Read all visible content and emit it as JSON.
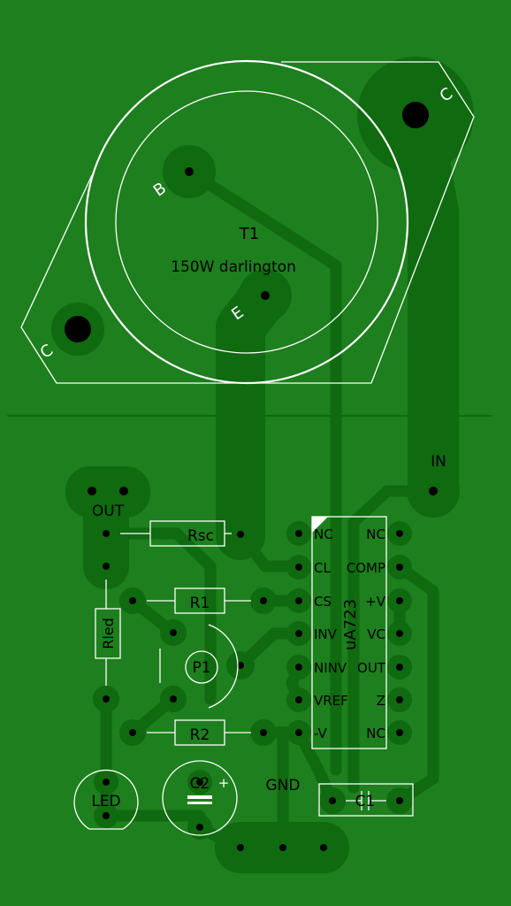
{
  "board": {
    "colors": {
      "board": "#1d7f1d",
      "copper": "#0f6a10",
      "silk": "#ffffff",
      "hole": "#000000",
      "text": "#000000"
    }
  },
  "transistor": {
    "name": "T1",
    "description": "150W darlington",
    "pin_b": "B",
    "pin_e": "E",
    "pin_c_top": "C",
    "pin_c_left": "C"
  },
  "ic": {
    "name": "uA723",
    "left_pins": [
      "NC",
      "CL",
      "CS",
      "INV",
      "NINV",
      "VREF",
      "-V"
    ],
    "right_pins": [
      "NC",
      "COMP",
      "+V",
      "VC",
      "OUT",
      "Z",
      "NC"
    ]
  },
  "labels": {
    "in": "IN",
    "out": "OUT",
    "gnd": "GND",
    "rsc": "Rsc",
    "r1": "R1",
    "r2": "R2",
    "rled": "Rled",
    "p1": "P1",
    "led": "LED",
    "c1": "C1",
    "c2": "C2",
    "c2_plus": "+"
  }
}
